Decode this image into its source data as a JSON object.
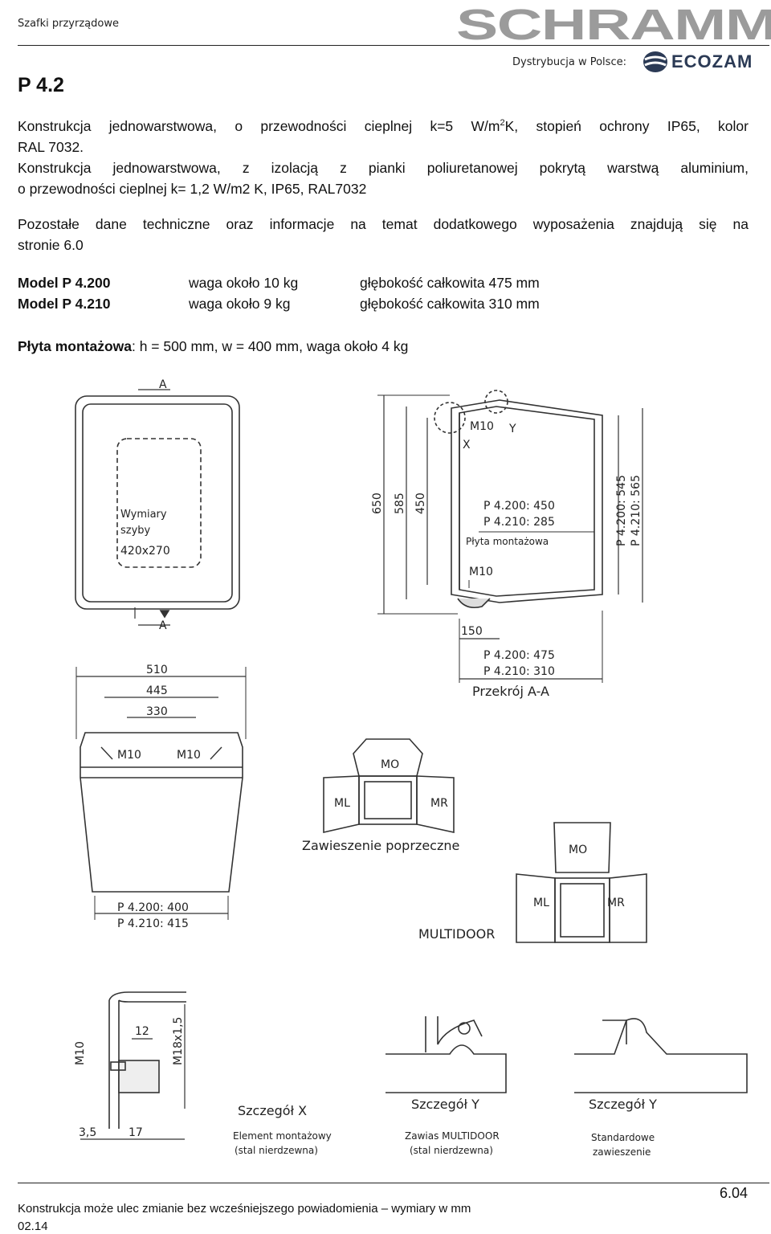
{
  "header": {
    "section": "Szafki przyrządowe",
    "brand": "SCHRAMM",
    "distribution_label": "Dystrybucja w Polsce:",
    "distributor": "ECOZAM"
  },
  "title": "P 4.2",
  "paragraph1": {
    "line1_a": "Konstrukcja jednowarstwowa, o przewodności cieplnej k=5 W/m",
    "line1_sup": "2",
    "line1_b": "K, stopień ochrony IP65, kolor",
    "line2": "RAL 7032.",
    "line3": "Konstrukcja jednowarstwowa, z izolacją z pianki poliuretanowej pokrytą warstwą aluminium,",
    "line4": "o przewodności cieplnej k= 1,2 W/m2 K, IP65, RAL7032"
  },
  "paragraph2": {
    "line1": "Pozostałe dane techniczne oraz informacje na temat dodatkowego wyposażenia znajdują się na",
    "line2": "stronie 6.0"
  },
  "models": [
    {
      "name": "Model P 4.200",
      "weight": "waga około 10 kg",
      "depth": "głębokość całkowita 475 mm"
    },
    {
      "name": "Model P 4.210",
      "weight": "waga około 9 kg",
      "depth": "głębokość całkowita 310 mm"
    }
  ],
  "mounting_plate": {
    "label": "Płyta montażowa",
    "spec": ": h = 500 mm, w = 400 mm, waga około 4 kg"
  },
  "drawing": {
    "section_marker": "A",
    "glass_label_1": "Wymiary",
    "glass_label_2": "szyby",
    "glass_size": "420x270",
    "dim_650": "650",
    "dim_585": "585",
    "dim_450": "450",
    "m10": "M10",
    "x": "X",
    "y": "Y",
    "p4200_450": "P 4.200: 450",
    "p4210_285": "P 4.210: 285",
    "plate_label": "Płyta montażowa",
    "p4200_545": "P 4.200: 545",
    "p4210_565": "P 4.210: 565",
    "dim_150": "150",
    "p4200_475": "P 4.200: 475",
    "p4210_310": "P 4.210: 310",
    "section_title": "Przekrój A-A",
    "dim_510": "510",
    "dim_445": "445",
    "dim_330": "330",
    "p4200_400": "P 4.200: 400",
    "p4210_415": "P 4.210: 415",
    "mo": "MO",
    "ml": "ML",
    "mr": "MR",
    "transverse_title": "Zawieszenie poprzeczne",
    "multidoor_title": "MULTIDOOR",
    "dim_12": "12",
    "m18": "M18x1,5",
    "dim_35": "3,5",
    "dim_17": "17",
    "detail_x": "Szczegół X",
    "detail_x_sub1": "Element montażowy",
    "detail_x_sub2": "(stal nierdzewna)",
    "detail_y": "Szczegół Y",
    "detail_y1_sub1": "Zawias MULTIDOOR",
    "detail_y1_sub2": "(stal nierdzewna)",
    "detail_y2_sub1": "Standardowe",
    "detail_y2_sub2": "zawieszenie"
  },
  "footer": {
    "note": "Konstrukcja może ulec zmianie bez wcześniejszego powiadomienia – wymiary w mm",
    "date": "02.14",
    "page": "6.04"
  }
}
